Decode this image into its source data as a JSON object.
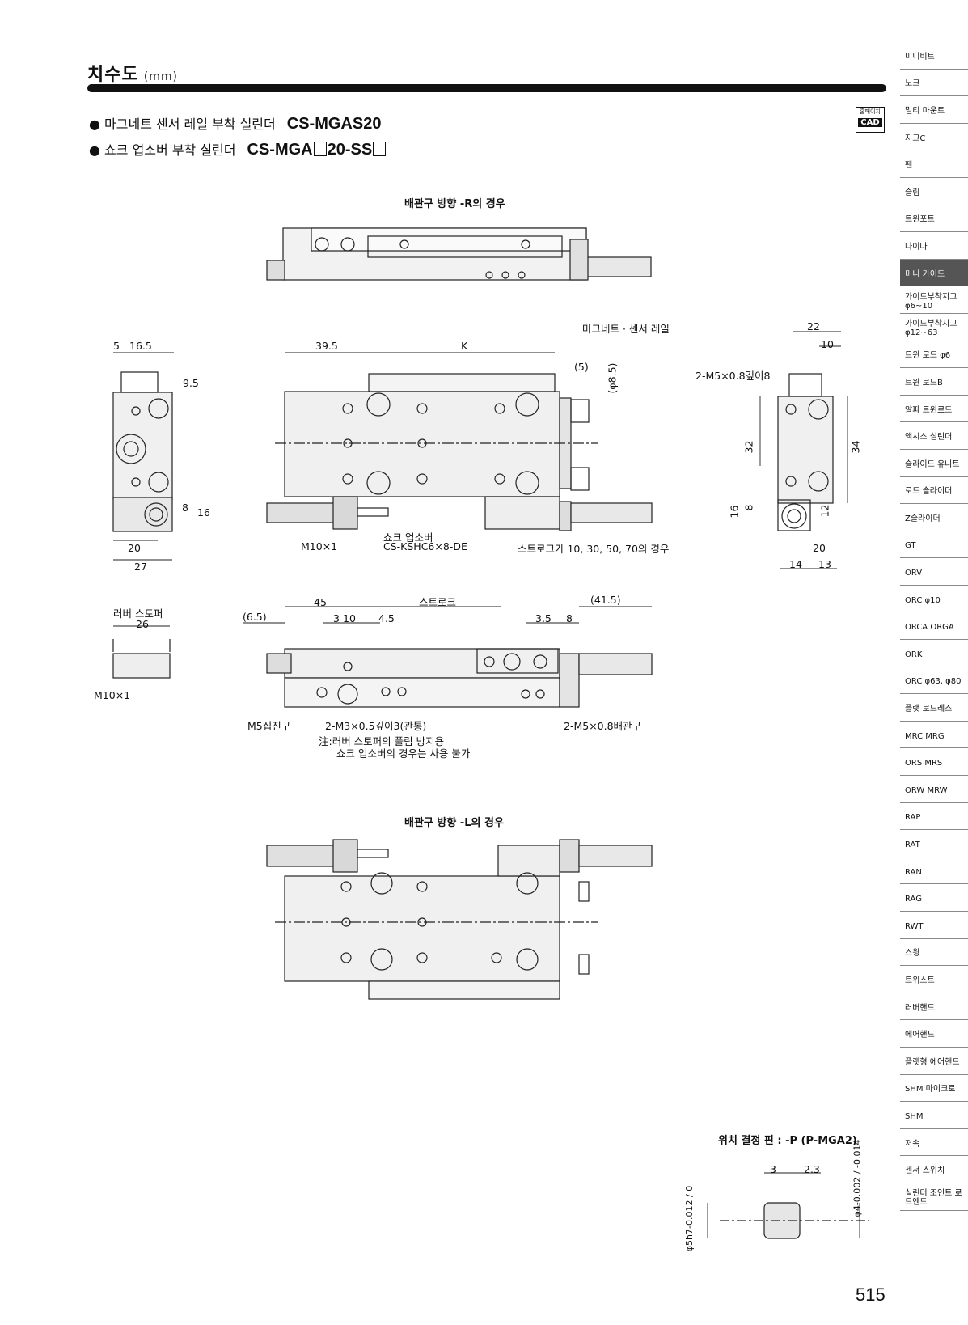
{
  "header": {
    "title": "치수도",
    "unit": "(mm)"
  },
  "headings": [
    {
      "text": "● 마그네트 센서 레일 부착 실린더",
      "model_a": "CS-MGAS20",
      "model_b": "",
      "model_c": ""
    },
    {
      "text": "● 쇼크 업소버 부착 실린더",
      "model_a": "CS-MGA",
      "model_b": "20-SS",
      "model_c": ""
    }
  ],
  "cad_badge": {
    "top": "홈페이지",
    "main": "CAD"
  },
  "captions": {
    "view_r": "배관구 방향 -R의 경우",
    "view_l": "배관구 방향 -L의 경우",
    "pin": "위치 결정 핀 : -P (P-MGA2)"
  },
  "labels": {
    "d5": "5",
    "d16_5": "16.5",
    "d9_5": "9.5",
    "d8a": "8",
    "d16a": "16",
    "d20a": "20",
    "d27": "27",
    "d39_5": "39.5",
    "dK": "K",
    "d5p": "(5)",
    "d8_5": "(φ8.5)",
    "rail": "마그네트 · 센서 레일",
    "m10": "M10×1",
    "shock1": "쇼크 업소버",
    "shock2": "CS-KSHC6×8-DE",
    "stroke_note": "스트로크가 10, 30, 50, 70의 경우",
    "d22": "22",
    "d10a": "10",
    "m5deep": "2-M5×0.8깊이8",
    "d32": "32",
    "d34": "34",
    "d16b": "16",
    "d8b": "8",
    "d12": "12",
    "d20b": "20",
    "d14": "14",
    "d13": "13",
    "rubber": "러버 스토퍼",
    "d26": "26",
    "m10b": "M10×1",
    "d45": "45",
    "stroke": "스트로크",
    "d41_5": "(41.5)",
    "d6_5": "(6.5)",
    "d3": "3",
    "d10b": "10",
    "d4_5": "4.5",
    "d3_5": "3.5",
    "d8c": "8",
    "m5port": "M5집진구",
    "m3": "2-M3×0.5깊이3(관통)",
    "m5pipe": "2-M5×0.8배관구",
    "note1": "注:러버 스토퍼의 풀림 방지용",
    "note2": "쇼크 업소버의 경우는 사용 불가",
    "p3": "3",
    "p2_3": "2.3",
    "p5h7": "φ5h7-0.012 / 0",
    "p4": "φ4-0.002 / -0.014"
  },
  "sidebar": [
    "미니비트",
    "노크",
    "멀티 마운트",
    "지그C",
    "펜",
    "슬림",
    "트윈포트",
    "다이나",
    "미니 가이드",
    "가이드부착지그 φ6~10",
    "가이드부착지그 φ12~63",
    "트윈 로드 φ6",
    "트윈 로드B",
    "알파 트윈로드",
    "액시스 실린더",
    "슬라이드 유니트",
    "로드 슬라이더",
    "Z슬라이더",
    "GT",
    "ORV",
    "ORC φ10",
    "ORCA ORGA",
    "ORK",
    "ORC φ63, φ80",
    "플랫 로드레스",
    "MRC MRG",
    "ORS MRS",
    "ORW MRW",
    "RAP",
    "RAT",
    "RAN",
    "RAG",
    "RWT",
    "스윙",
    "트위스트",
    "러버핸드",
    "에어핸드",
    "플랫형 에어핸드",
    "SHM 마이크로",
    "SHM",
    "저속",
    "센서 스위치",
    "실린더 조인트 로드엔드"
  ],
  "sidebar_active": "미니 가이드",
  "page_number": "515"
}
